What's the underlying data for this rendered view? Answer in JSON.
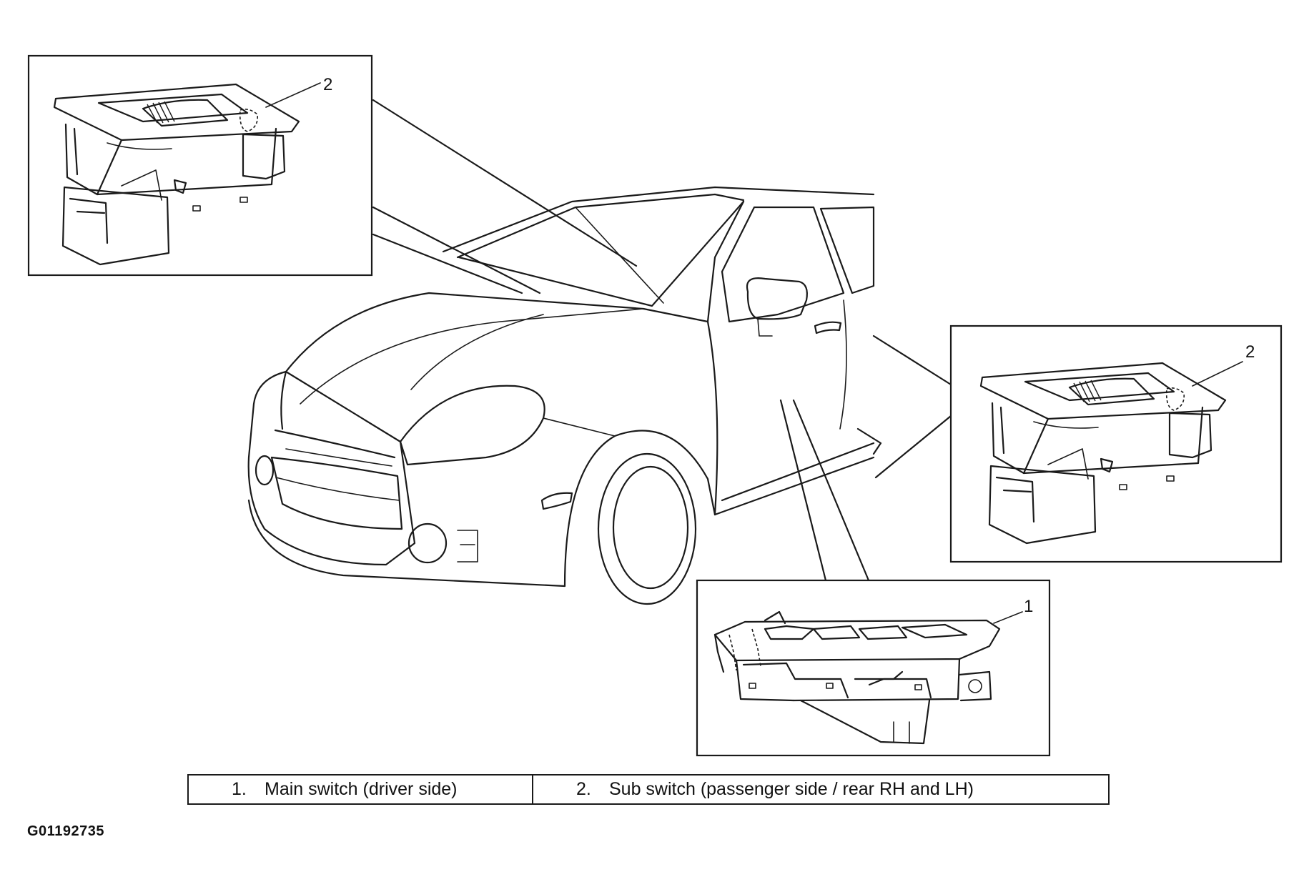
{
  "callouts": {
    "top_left": "2",
    "right": "2",
    "bottom": "1"
  },
  "legend": {
    "items": [
      {
        "num": "1.",
        "label": "Main switch (driver side)"
      },
      {
        "num": "2.",
        "label": "Sub switch (passenger side / rear RH and LH)"
      }
    ]
  },
  "figure_id": "G01192735",
  "icons": {
    "vehicle": "car-outline-icon",
    "switch": "window-switch-icon"
  }
}
